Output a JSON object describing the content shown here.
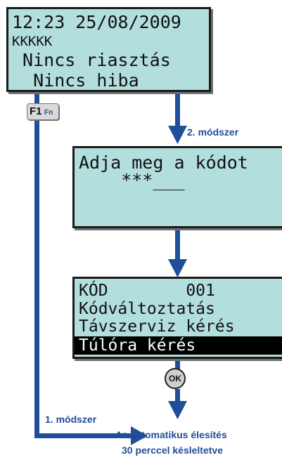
{
  "screen1": {
    "lines": [
      "12:23 25/08/2009",
      "KKKKK",
      " Nincs riasztás",
      "  Nincs hiba"
    ]
  },
  "screen2": {
    "lines": [
      "Adja meg a kódot",
      "    ***___"
    ]
  },
  "screen3": {
    "lines": [
      "KÓD        001",
      "Kódváltoztatás",
      "Távszerviz kérés",
      "Túlóra kérés"
    ],
    "highlighted_line": 4
  },
  "key": {
    "main": "F1",
    "sub": "Fn"
  },
  "ok_button": "OK",
  "method_2_label": "2. módszer",
  "method_1_label": "1. módszer",
  "result_line_1": "Az automatikus élesítés",
  "result_line_2": "30 perccel késleltetve",
  "colors": {
    "lcd_background": "#b3dede",
    "arrow": "#1f4e9a",
    "label": "#1f4e9a",
    "highlight_background": "#000000"
  }
}
